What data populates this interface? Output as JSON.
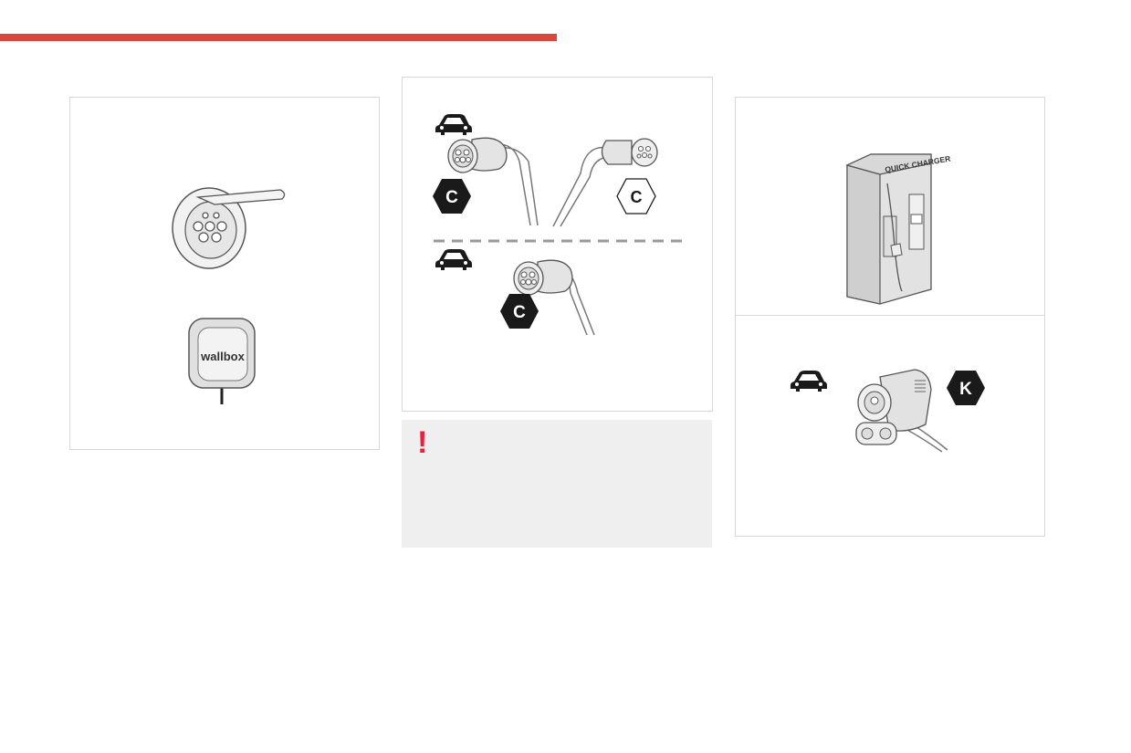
{
  "colors": {
    "accent_bar": "#d9463b",
    "warning_bg": "#efefef",
    "warning_mark": "#e8213d",
    "badge_dark": "#1a1a1a",
    "line_gray": "#8a8a8a"
  },
  "panel_left": {
    "wallbox_brand": "wallbox",
    "icons": [
      "socket-icon",
      "wallbox-icon"
    ]
  },
  "panel_middle": {
    "badges": [
      "C",
      "C",
      "C"
    ],
    "icons": [
      "car-icon",
      "car-icon",
      "type2-connector-icon"
    ]
  },
  "warning_box": {
    "mark": "!",
    "icon": "exclamation-icon"
  },
  "panel_right": {
    "charger_label": "QUICK CHARGER",
    "badge": "K",
    "icons": [
      "quick-charger-icon",
      "car-icon",
      "ccs-connector-icon"
    ]
  }
}
